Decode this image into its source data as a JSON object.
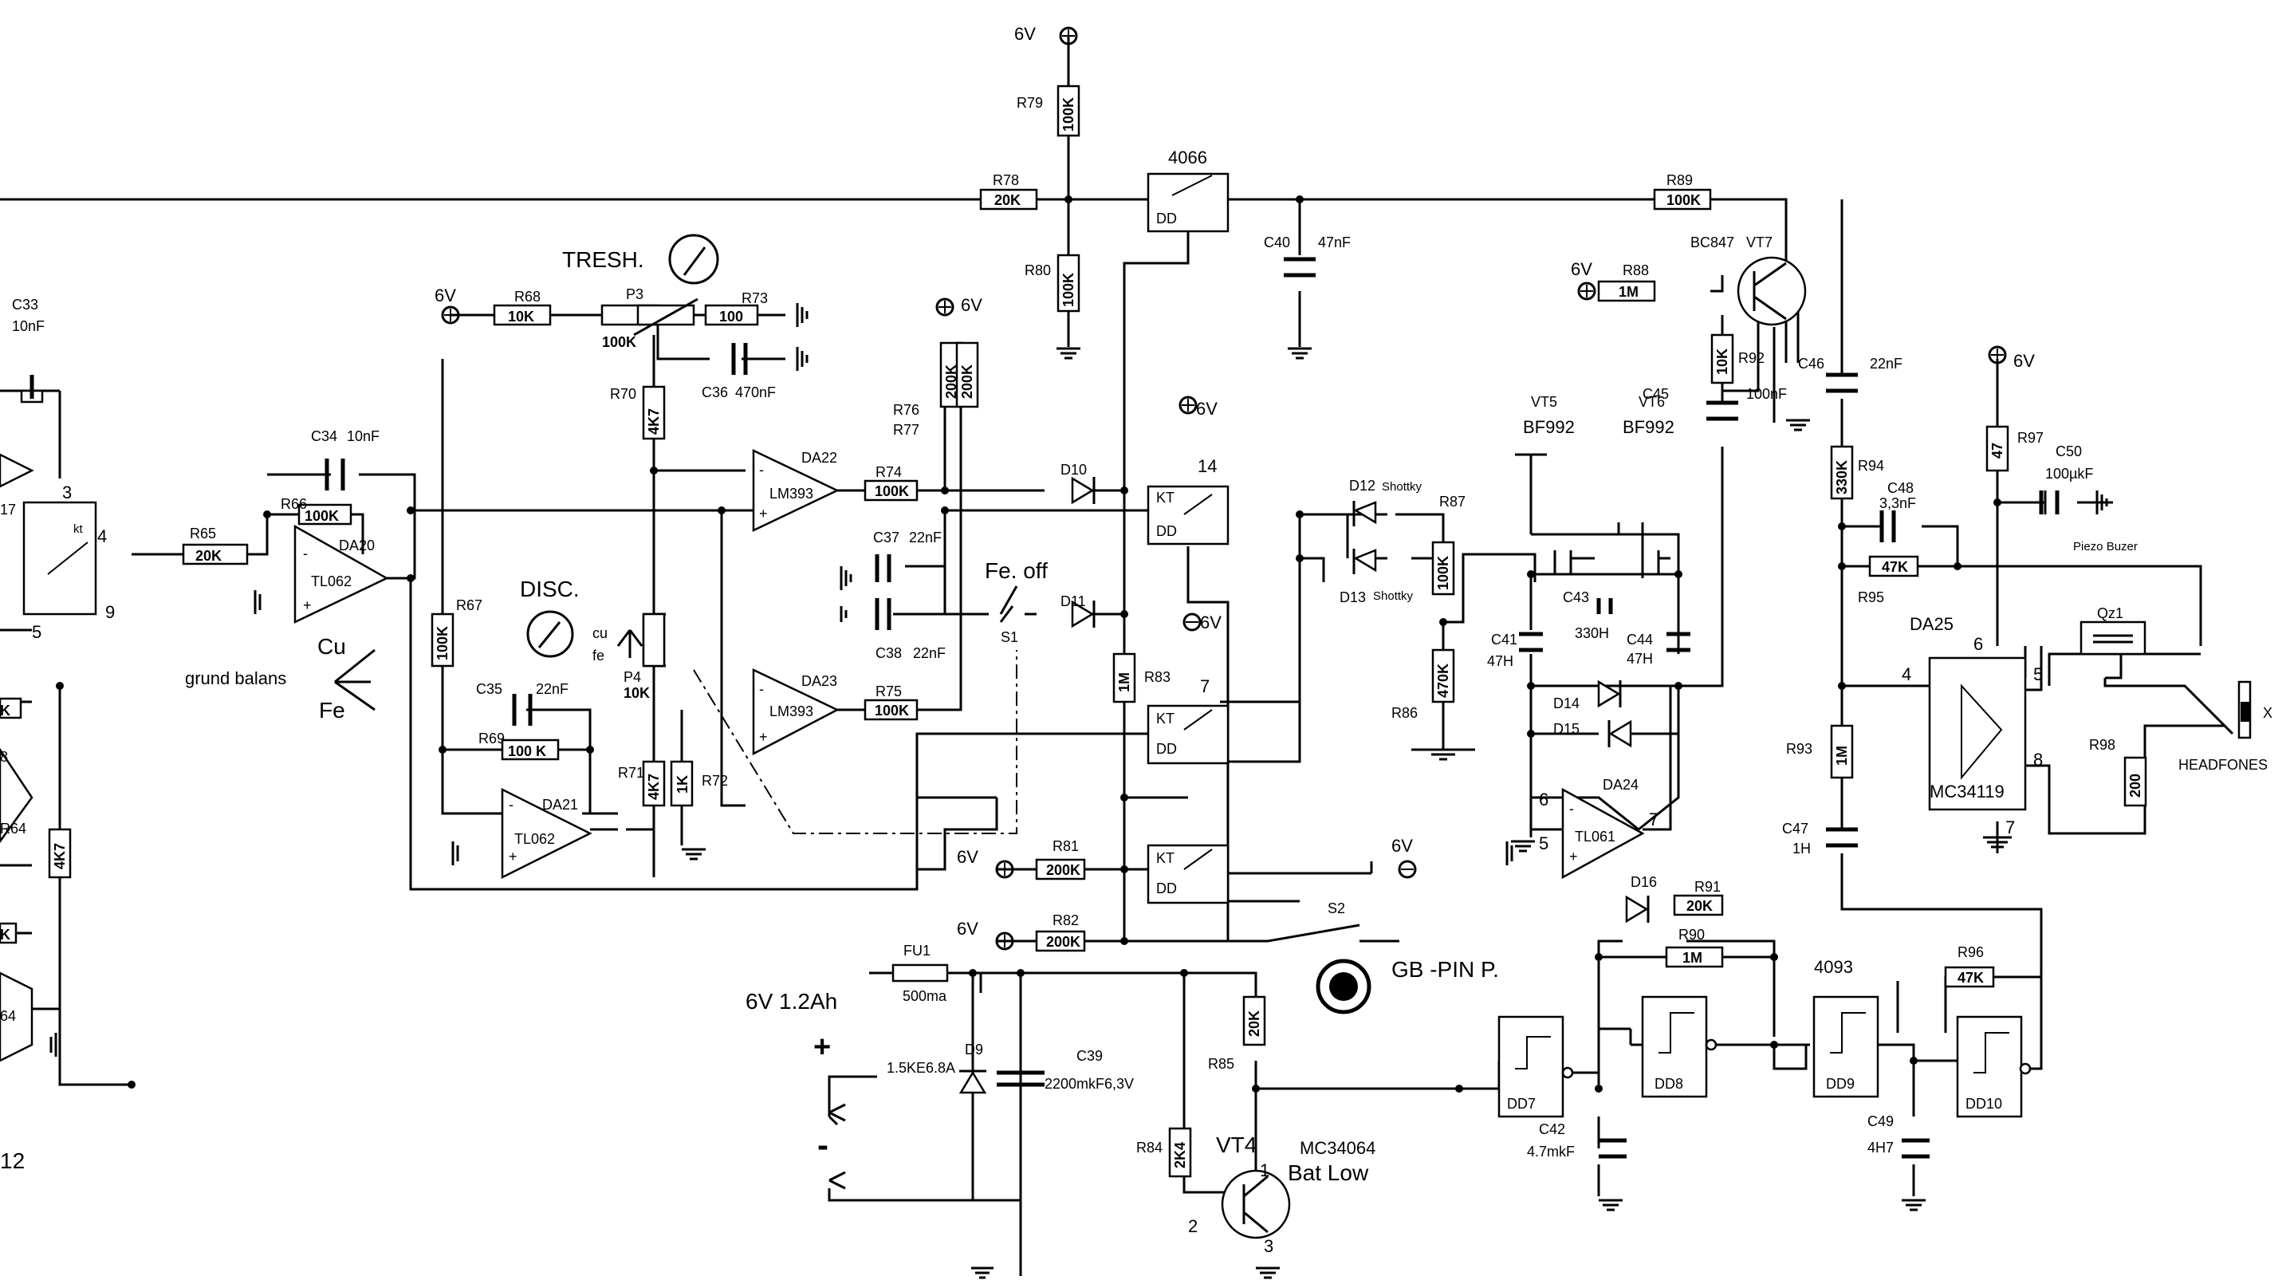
{
  "power": {
    "v6": "6V",
    "plus": "+",
    "minus": "-",
    "battery": "6V 1.2Ah"
  },
  "controls": {
    "tresh": "TRESH.",
    "disc": "DISC.",
    "cu": "Cu",
    "fe": "Fe",
    "cu_small": "cu",
    "fe_small": "fe",
    "grund_balans": "grund balans",
    "fe_off": "Fe. off",
    "gb_pin": "GB -PIN P.",
    "bat_low": "Bat Low",
    "piezo": "Piezo Buzer",
    "headfones": "HEADFONES",
    "x": "X",
    "left_frag": "12"
  },
  "ics": {
    "da20": "DA20",
    "tl062a": "TL062",
    "da21": "DA21",
    "tl062b": "TL062",
    "da22": "DA22",
    "lm393a": "LM393",
    "da23": "DA23",
    "lm393b": "LM393",
    "da24": "DA24",
    "tl061": "TL061",
    "da25": "DA25",
    "mc34119": "MC34119",
    "mc34064": "MC34064",
    "ic4066": "4066",
    "ic4093": "4093",
    "dd": "DD",
    "kt": "KT",
    "kt_small": "kt",
    "dd7": "DD7",
    "dd8": "DD8",
    "dd9": "DD9",
    "dd10": "DD10",
    "vt4": "VT4",
    "vt5": "VT5",
    "vt6": "VT6",
    "vt7": "VT7",
    "bf992a": "BF992",
    "bf992b": "BF992",
    "bc847": "BC847",
    "qz1": "Qz1"
  },
  "resistors": {
    "r65": "R65",
    "r65v": "20K",
    "r66": "R66",
    "r66v": "100K",
    "r67": "R67",
    "r67v": "100K",
    "r68": "R68",
    "r68v": "10K",
    "r69": "R69",
    "r69v": "100 K",
    "r70": "R70",
    "r70v": "4K7",
    "r71": "R71",
    "r71v": "4K7",
    "r72": "R72",
    "r72v": "1K",
    "r73": "R73",
    "r73v": "100",
    "r74": "R74",
    "r74v": "100K",
    "r75": "R75",
    "r75v": "100K",
    "r76": "R76",
    "r77": "R77",
    "r76v": "200K",
    "r77v": "200K",
    "r78": "R78",
    "r78v": "20K",
    "r79": "R79",
    "r79v": "100K",
    "r80": "R80",
    "r80v": "100K",
    "r81": "R81",
    "r81v": "200K",
    "r82": "R82",
    "r82v": "200K",
    "r83": "R83",
    "r83v": "1M",
    "r84": "R84",
    "r84v": "2K4",
    "r85": "R85",
    "r85v": "20K",
    "r86": "R86",
    "r86v": "470K",
    "r87": "R87",
    "r87v": "100K",
    "r88": "R88",
    "r88v": "1M",
    "r89": "R89",
    "r89v": "100K",
    "r90": "R90",
    "r90v": "1M",
    "r91": "R91",
    "r91v": "20K",
    "r92": "R92",
    "r92v": "10K",
    "r93": "R93",
    "r93v": "1M",
    "r94": "R94",
    "r94v": "330K",
    "r95": "R95",
    "r95v": "47K",
    "r96": "R96",
    "r96v": "47K",
    "r97": "R97",
    "r97v": "47",
    "r98": "R98",
    "r98v": "200",
    "p3": "P3",
    "p3v": "100K",
    "p4": "P4",
    "p4v": "10K",
    "left_r1": "4K7",
    "left_r64": "R64",
    "left_k1": "K",
    "left_k2": "K",
    "left_8": "8",
    "left_17": "17",
    "left_64": "64"
  },
  "capacitors": {
    "c33": "C33",
    "c33v": "10nF",
    "c34": "C34",
    "c34v": "10nF",
    "c35": "C35",
    "c35v": "22nF",
    "c36": "C36",
    "c36v": "470nF",
    "c37": "C37",
    "c37v": "22nF",
    "c38": "C38",
    "c38v": "22nF",
    "c39": "C39",
    "c39v": "2200mkF6,3V",
    "c40": "C40",
    "c40v": "47nF",
    "c41": "C41",
    "c41v": "47H",
    "c42": "C42",
    "c42v": "4.7mkF",
    "c43": "C43",
    "c43v": "330H",
    "c44": "C44",
    "c44v": "47H",
    "c45": "C45",
    "c45v": "100nF",
    "c46": "C46",
    "c46v": "22nF",
    "c47": "C47",
    "c47v": "1H",
    "c48": "C48",
    "c48v": "3,3nF",
    "c49": "C49",
    "c49v": "4H7",
    "c50": "C50",
    "c50v": "100µkF"
  },
  "diodes": {
    "d9": "D9",
    "d9v": "1.5KE6.8A",
    "d10": "D10",
    "d11": "D11",
    "d12": "D12",
    "d13": "D13",
    "shottky": "Shottky",
    "d14": "D14",
    "d15": "D15",
    "d16": "D16",
    "fu1": "FU1",
    "fu1v": "500ma",
    "s1": "S1",
    "s2": "S2"
  },
  "pins": {
    "p3": "3",
    "p4": "4",
    "p5": "5",
    "p9": "9",
    "p14": "14",
    "p7": "7",
    "p1": "1",
    "p2": "2",
    "p3b": "3",
    "p6": "6",
    "p7b": "7",
    "p5b": "5",
    "p4b": "4",
    "p5c": "5",
    "p6b": "6",
    "p7c": "7",
    "p8": "8",
    "minus": "-",
    "plus": "+"
  }
}
